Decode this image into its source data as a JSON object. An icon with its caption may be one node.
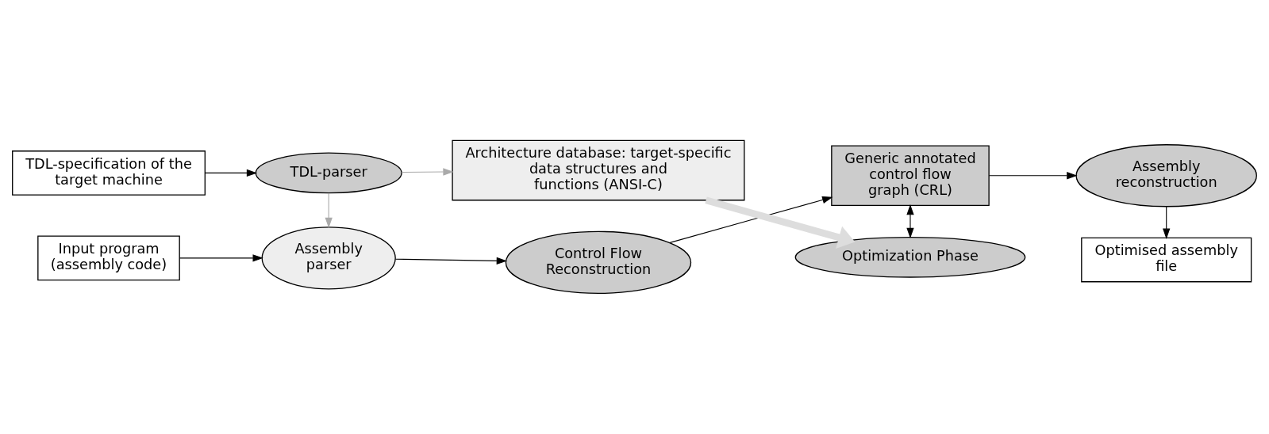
{
  "diagram": {
    "nodes": [
      {
        "text": [
          "Input program (assembly code)"
        ]
      },
      {
        "text": [
          "Assembly parser"
        ]
      },
      {
        "text": [
          "Control Flow Reconstruction"
        ]
      },
      {
        "text": [
          "Generic annotated control flow graph (CRL)"
        ]
      },
      {
        "text": [
          "Assembly reconstruction"
        ]
      },
      {
        "text": [
          "TDL-specification of the target machine"
        ]
      },
      {
        "text": [
          "TDL-parser"
        ]
      },
      {
        "text": [
          "Optimization Phase"
        ]
      },
      {
        "text": [
          "Optimised assembly file"
        ]
      },
      {
        "text": [
          "Architecture database: target-specific data structures and functions (ANSI-C)"
        ]
      }
    ],
    "edges": [
      {
        "from": 0,
        "to": 1,
        "arrow": "to"
      },
      {
        "from": 1,
        "to": 2,
        "arrow": "to"
      },
      {
        "from": 2,
        "to": 3,
        "arrow": "to"
      },
      {
        "from": 3,
        "to": 4,
        "arrow": "to"
      },
      {
        "from": 3,
        "to": 7,
        "arrow": "both"
      },
      {
        "from": 4,
        "to": 8,
        "arrow": "to"
      },
      {
        "from": 5,
        "to": 6,
        "arrow": "to"
      },
      {
        "from": 6,
        "to": 1,
        "arrow": "to",
        "color": "#aaaaaa"
      },
      {
        "from": 6,
        "to": 9,
        "arrow": "to",
        "color": "#aaaaaa"
      },
      {
        "from": 9,
        "to": 7,
        "arrow": "to",
        "style": "thick",
        "color": "#dddddd"
      }
    ]
  }
}
